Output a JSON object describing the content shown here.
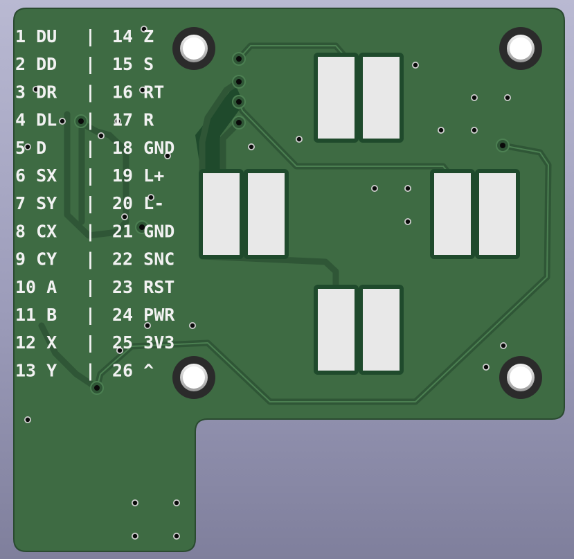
{
  "board": {
    "colors": {
      "background_top": "#b9b9d2",
      "background_bottom": "#7f7f9c",
      "board": "#3e6b43",
      "track": "#2f5636",
      "copper_fill": "#1f4a2c",
      "pad": "#e8e8e8",
      "silkscreen": "#f2f2f2",
      "hole": "#0a0a0a"
    }
  },
  "silkscreen_lines": [
    "1 DU | 14 Z",
    "2 DD | 15 S",
    "3 DR | 16 RT",
    "4 DL | 17 R",
    "5 D  | 18 GND",
    "6 SX | 19 L+",
    "7 SY | 20 L-",
    "8 CX | 21 GND",
    "9 CY | 22 SNC",
    "10 A | 23 RST",
    "11 B | 24 PWR",
    "12 X | 25 3V3",
    "13 Y | 26 ^"
  ],
  "pad_groups": [
    {
      "name": "top-pads"
    },
    {
      "name": "left-pads"
    },
    {
      "name": "right-pads"
    },
    {
      "name": "bottom-pads"
    }
  ]
}
